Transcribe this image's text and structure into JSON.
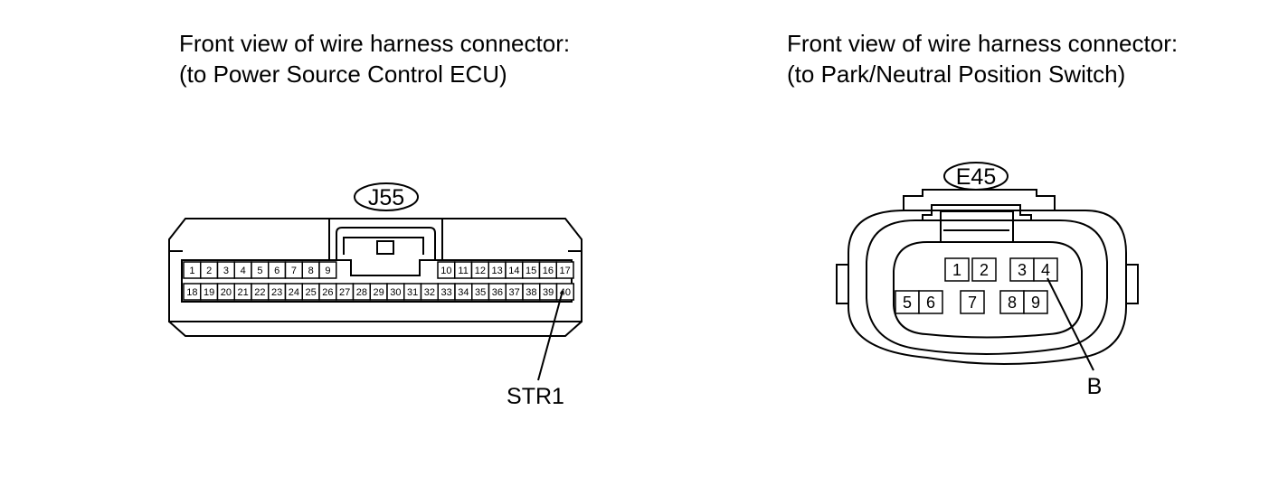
{
  "left": {
    "caption_line1": "Front view of wire harness connector:",
    "caption_line2": "(to Power Source Control ECU)",
    "connector_id": "J55",
    "pins_top": [
      "1",
      "2",
      "3",
      "4",
      "5",
      "6",
      "7",
      "8",
      "9",
      "10",
      "11",
      "12",
      "13",
      "14",
      "15",
      "16",
      "17"
    ],
    "pins_bottom": [
      "18",
      "19",
      "20",
      "21",
      "22",
      "23",
      "24",
      "25",
      "26",
      "27",
      "28",
      "29",
      "30",
      "31",
      "32",
      "33",
      "34",
      "35",
      "36",
      "37",
      "38",
      "39",
      "40"
    ],
    "callout_label": "STR1"
  },
  "right": {
    "caption_line1": "Front view of wire harness connector:",
    "caption_line2": "(to Park/Neutral Position Switch)",
    "connector_id": "E45",
    "pins": [
      "1",
      "2",
      "3",
      "4",
      "5",
      "6",
      "7",
      "8",
      "9"
    ],
    "callout_label": "B"
  }
}
